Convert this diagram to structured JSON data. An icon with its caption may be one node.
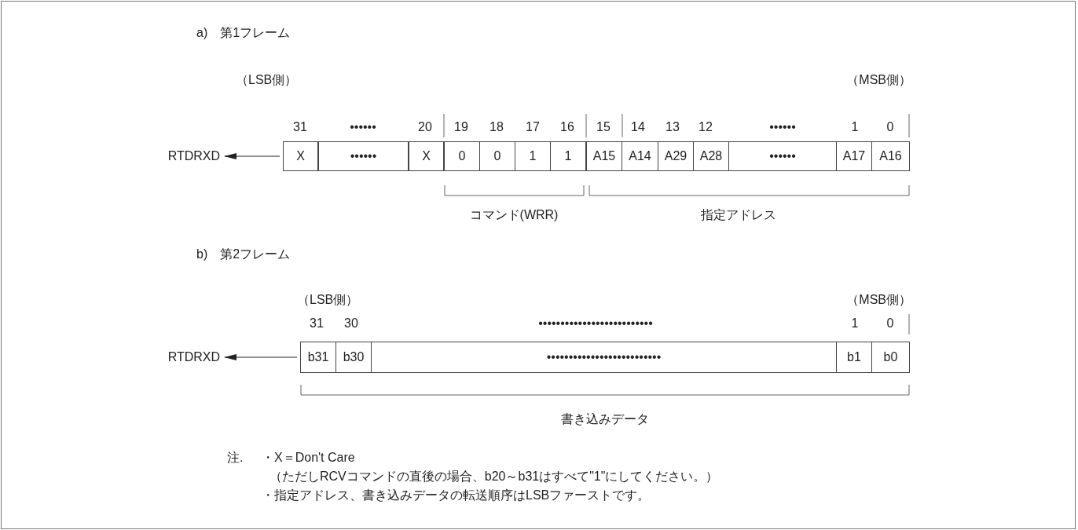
{
  "diagram": {
    "nodes": [
      {
        "text": [
          "RTDRXD"
        ]
      },
      {
        "text": [
          "X"
        ]
      },
      {
        "text": [
          "••••••"
        ]
      },
      {
        "text": [
          "X"
        ]
      },
      {
        "text": [
          "0"
        ]
      },
      {
        "text": [
          "0"
        ]
      },
      {
        "text": [
          "1"
        ]
      },
      {
        "text": [
          "1"
        ]
      },
      {
        "text": [
          "A15"
        ]
      },
      {
        "text": [
          "A14"
        ]
      },
      {
        "text": [
          "A29"
        ]
      },
      {
        "text": [
          "A28"
        ]
      },
      {
        "text": [
          "••••••"
        ]
      },
      {
        "text": [
          "A17"
        ]
      },
      {
        "text": [
          "A16"
        ]
      },
      {
        "text": [
          "RTDRXD"
        ]
      },
      {
        "text": [
          "b31"
        ]
      },
      {
        "text": [
          "b30"
        ]
      },
      {
        "text": [
          "••••••••••••••••••••••••••"
        ]
      },
      {
        "text": [
          "b1"
        ]
      },
      {
        "text": [
          "b0"
        ]
      }
    ],
    "edges": [
      {
        "from": 1,
        "to": 0,
        "arrow": "to"
      },
      {
        "from": 16,
        "to": 15,
        "arrow": "to"
      }
    ],
    "labels": [
      "a)　第1フレーム",
      "（LSB側）",
      "（MSB側）",
      "31",
      "••••••",
      "20",
      "19",
      "18",
      "17",
      "16",
      "15",
      "14",
      "13",
      "12",
      "••••••",
      "1",
      "0",
      "コマンド(WRR)",
      "指定アドレス",
      "b)　第2フレーム",
      "（LSB側）",
      "（MSB側）",
      "31",
      "30",
      "••••••••••••••••••••••••••",
      "1",
      "0",
      "書き込みデータ",
      "注.",
      "・X＝Don't Care",
      "（ただしRCVコマンドの直後の場合、b20～b31はすべて\"1\"にしてください。）",
      "・指定アドレス、書き込みデータの転送順序はLSBファーストです。"
    ]
  }
}
